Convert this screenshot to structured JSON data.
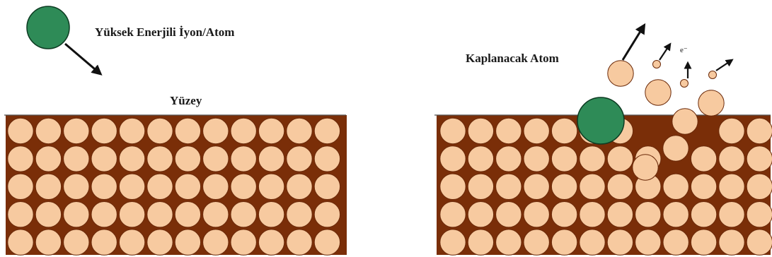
{
  "labels": {
    "high_energy_ion": "Yüksek Enerjili İyon/Atom",
    "surface": "Yüzey",
    "coating_atom": "Kaplanacak Atom",
    "electron": "e⁻"
  },
  "colors": {
    "substrate": "#7a2e08",
    "atom_fill": "#f7caa0",
    "atom_stroke": "#6b2a0a",
    "ion_fill": "#2e8b57",
    "ion_stroke": "#0d3b22",
    "arrow": "#111111",
    "surface_line": "#555555"
  },
  "lattice": {
    "rows": 5,
    "columns": 12
  }
}
